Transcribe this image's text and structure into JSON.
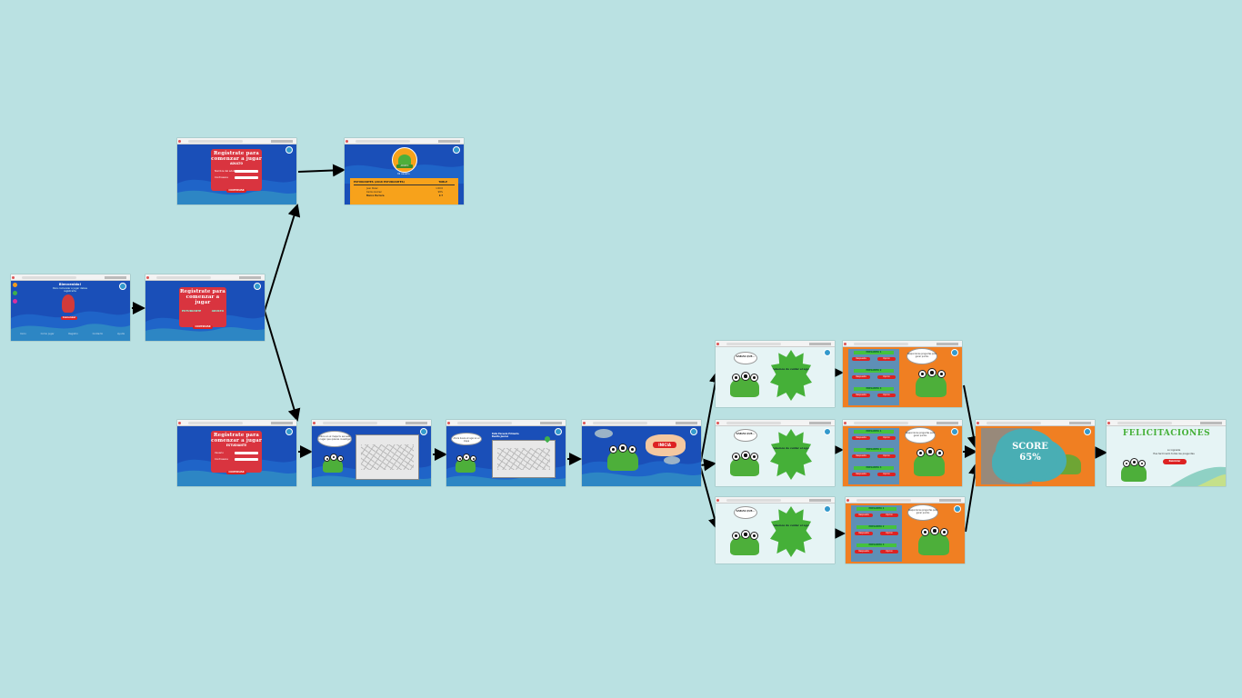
{
  "screens": {
    "s1": {
      "title": "Bienvenido!",
      "subtitle": "Para comenzar a jugar debes registrarte",
      "button": "Comenzar",
      "footer": [
        "Inicio",
        "Como jugar",
        "Registro",
        "Contacto",
        "Ayuda"
      ]
    },
    "s2": {
      "card_title": "Registrate para comenzar a jugar",
      "option_a": "ESTUDIANTE",
      "option_b": "ADULTO",
      "button": "CONTINUAR"
    },
    "s3": {
      "card_title": "Registrate para comenzar a jugar",
      "card_sub": "ADULTO",
      "field_1": "Nombre del adulto",
      "field_2": "Contrasena",
      "button": "CONTINUAR"
    },
    "s4": {
      "badge": "ADULTO",
      "caption": "Mi usuario",
      "header_left": "ESTUDIANTES (2018 ESTUDIANTES)",
      "header_right": "TABLE",
      "rows": [
        {
          "name": "Juan Perez",
          "value": "1:00:0"
        },
        {
          "name": "Carlos Gomez",
          "value": "98%"
        },
        {
          "name": "Marco Herrera",
          "value": "1:7"
        }
      ]
    },
    "s5": {
      "card_title": "Registrate para comenzar a jugar",
      "card_sub": "ESTUDIANTE",
      "field_1": "Usuario",
      "field_2": "Contrasena",
      "button": "CONTINUAR"
    },
    "s6": {
      "speech": "Ubica en el mapa tu escuela o lugar que quieres investigar"
    },
    "s7": {
      "speech": "Ahora busca el lugar en el mapa",
      "callout": "Ruta Escuela Primaria Benito Juarez"
    },
    "s8": {
      "button": "INICIA"
    },
    "quiz_a": [
      {
        "speech": "SABIAS QUE...",
        "fact": "Debemos de cuidar el agua"
      },
      {
        "speech": "SABIAS QUE...",
        "fact": "Debemos de cuidar el agua"
      },
      {
        "speech": "SABIAS QUE...",
        "fact": "Debemos de cuidar el agua"
      }
    ],
    "quiz_b": {
      "labels": [
        "PREGUNTA 1",
        "PREGUNTA 2",
        "PREGUNTA 3"
      ],
      "answer_a": "Respuesta",
      "answer_b": "Opcion",
      "speech": "Responde las preguntas para ganar puntos"
    },
    "score": {
      "label": "SCORE",
      "value": "65%"
    },
    "final": {
      "title": "FELICITACIONES",
      "subtitle": "Lo lograste",
      "text": "Has terminado todas las preguntas",
      "button": "Reiniciar"
    }
  }
}
